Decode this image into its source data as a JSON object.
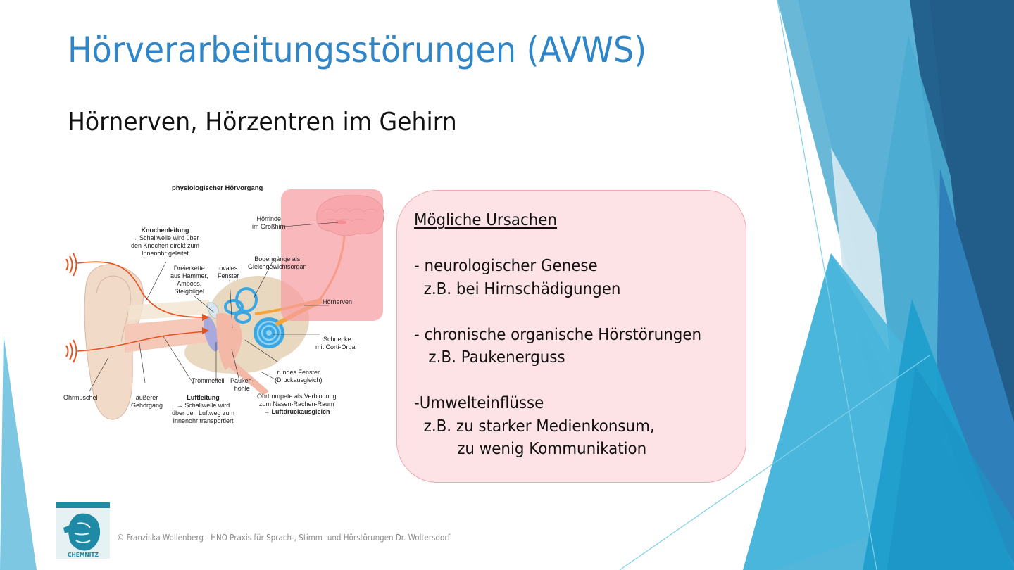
{
  "slide": {
    "title": "Hörverarbeitungsstörungen (AVWS)",
    "subtitle": "Hörnerven, Hörzentren im Gehirn",
    "colors": {
      "title": "#2e86c8",
      "causes_bg": "#fde3e5",
      "causes_border": "#f1a7ad",
      "highlight_overlay": "#f7a5aa",
      "deco_dark": "#23628f",
      "deco_mid": "#4aacd0",
      "deco_light": "#7ec7e2"
    }
  },
  "diagram": {
    "title": "physiologischer Hörvorgang",
    "labels": {
      "knochenleitung_title": "Knochenleitung",
      "knochenleitung_l1": "→ Schallwelle wird über",
      "knochenleitung_l2": "den Knochen direkt zum",
      "knochenleitung_l3": "Innenohr geleitet",
      "hoerrinde_l1": "Hörrinde",
      "hoerrinde_l2": "im Großhirn",
      "bogengaenge_l1": "Bogengänge als",
      "bogengaenge_l2": "Gleichgewichtsorgan",
      "dreierkette_l1": "Dreierkette",
      "dreierkette_l2": "aus Hammer,",
      "dreierkette_l3": "Amboss,",
      "dreierkette_l4": "Steigbügel",
      "ovales_l1": "ovales",
      "ovales_l2": "Fenster",
      "hoernerven": "Hörnerven",
      "schnecke_l1": "Schnecke",
      "schnecke_l2": "mit Corti-Organ",
      "rundes_l1": "rundes Fenster",
      "rundes_l2": "(Druckausgleich)",
      "trommelfell": "Trommelfell",
      "pauken_l1": "Pauken-",
      "pauken_l2": "höhle",
      "ohrtrompete_l1": "Ohrtrompete als Verbindung",
      "ohrtrompete_l2": "zum Nasen-Rachen-Raum",
      "ohrtrompete_l3": "→ Luftdruckausgleich",
      "ohrmuschel": "Ohrmuschel",
      "gehoergang_l1": "äußerer",
      "gehoergang_l2": "Gehörgang",
      "luftleitung_title": "Luftleitung",
      "luftleitung_l1": "→ Schallwelle wird",
      "luftleitung_l2": "über den Luftweg zum",
      "luftleitung_l3": "Innenohr transportiert"
    }
  },
  "causes": {
    "heading": "Mögliche Ursachen",
    "lines": [
      "- neurologischer Genese",
      "  z.B. bei Hirnschädigungen",
      "",
      "- chronische organische Hörstörungen",
      "   z.B. Paukenerguss",
      "",
      "-Umwelteinflüsse",
      "  z.B. zu starker Medienkonsum,",
      "         zu wenig Kommunikation"
    ]
  },
  "footer": {
    "logo_text": "CHEMNITZ",
    "copyright": "© Franziska Wollenberg - HNO Praxis für Sprach-, Stimm- und Hörstörungen Dr. Woltersdorf"
  }
}
